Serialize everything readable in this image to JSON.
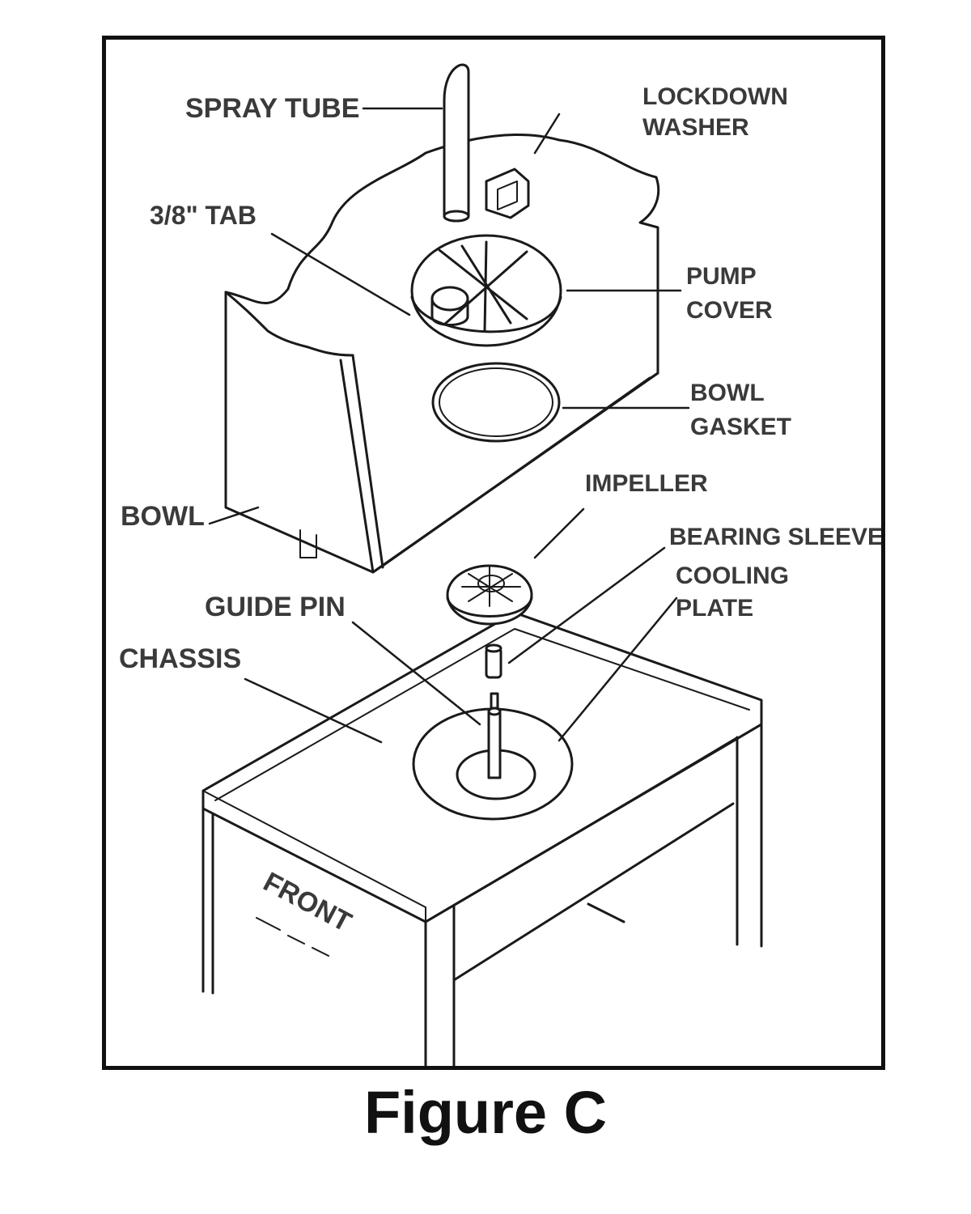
{
  "labels": {
    "spray_tube": "SPRAY TUBE",
    "lockdown_washer_1": "LOCKDOWN",
    "lockdown_washer_2": "WASHER",
    "tab": "3/8\" TAB",
    "pump_cover_1": "PUMP",
    "pump_cover_2": "COVER",
    "bowl_gasket_1": "BOWL",
    "bowl_gasket_2": "GASKET",
    "impeller": "IMPELLER",
    "bowl": "BOWL",
    "bearing_sleeve": "BEARING SLEEVE",
    "cooling_plate_1": "COOLING",
    "cooling_plate_2": "PLATE",
    "guide_pin": "GUIDE PIN",
    "chassis": "CHASSIS",
    "front": "FRONT"
  },
  "caption": "Figure C"
}
